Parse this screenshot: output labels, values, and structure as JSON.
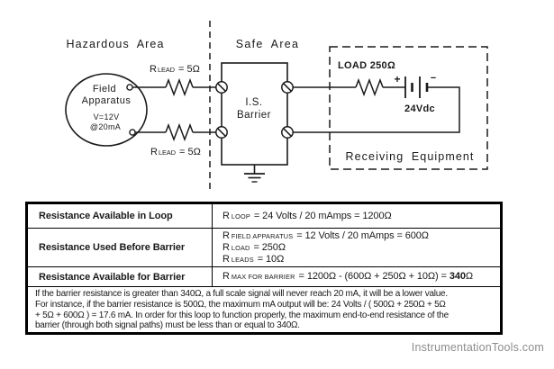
{
  "colors": {
    "ink": "#1a1a1a",
    "table_border": "#000000",
    "watermark": "#8c8c8c"
  },
  "diagram": {
    "hazardous_area_label": "Hazardous Area",
    "safe_area_label": "Safe Area",
    "field_apparatus": {
      "name_line1": "Field",
      "name_line2": "Apparatus",
      "spec_line1": "V=12V",
      "spec_line2": "@20mA"
    },
    "lead_resistor_top": {
      "r": "R",
      "sub": "LEAD",
      "rest": "= 5Ω"
    },
    "lead_resistor_bottom": {
      "r": "R",
      "sub": "LEAD",
      "rest": "= 5Ω"
    },
    "barrier": {
      "line1": "I.S.",
      "line2": "Barrier"
    },
    "load_label": "LOAD 250Ω",
    "battery": {
      "plus": "+",
      "minus": "−",
      "voltage": "24Vdc"
    },
    "receiving_equipment_label": "Receiving Equipment"
  },
  "table": {
    "rows": [
      {
        "label": "Resistance Available in Loop",
        "lines": [
          {
            "r": "R",
            "sub": "LOOP",
            "rest": " = 24 Volts / 20 mAmps = 1200Ω"
          }
        ]
      },
      {
        "label": "Resistance Used Before Barrier",
        "lines": [
          {
            "r": "R",
            "sub": "FIELD APPARATUS",
            "rest": " = 12 Volts / 20 mAmps = 600Ω"
          },
          {
            "r": "R",
            "sub": "LOAD",
            "rest": " = 250Ω"
          },
          {
            "r": "R",
            "sub": "LEADS",
            "rest": " = 10Ω"
          }
        ]
      },
      {
        "label": "Resistance Available for Barrier",
        "lines": [
          {
            "r": "R",
            "sub": "MAX FOR BARRIER",
            "rest": " = 1200Ω - (600Ω + 250Ω + 10Ω) = ",
            "bold": "340",
            "after": "Ω"
          }
        ]
      }
    ],
    "note_lines": [
      "If the barrier resistance is greater than 340Ω, a full scale signal will never reach 20 mA, it will be a lower value.",
      "For instance, if the barrier resistance is 500Ω, the maximum mA output will be: 24 Volts / ( 500Ω + 250Ω + 5Ω",
      "+ 5Ω + 600Ω ) = 17.6 mA. In order for this loop to function properly, the maximum end-to-end resistance of the",
      "barrier (through both signal paths) must be less than or equal to 340Ω."
    ]
  },
  "watermark": "InstrumentationTools.com"
}
